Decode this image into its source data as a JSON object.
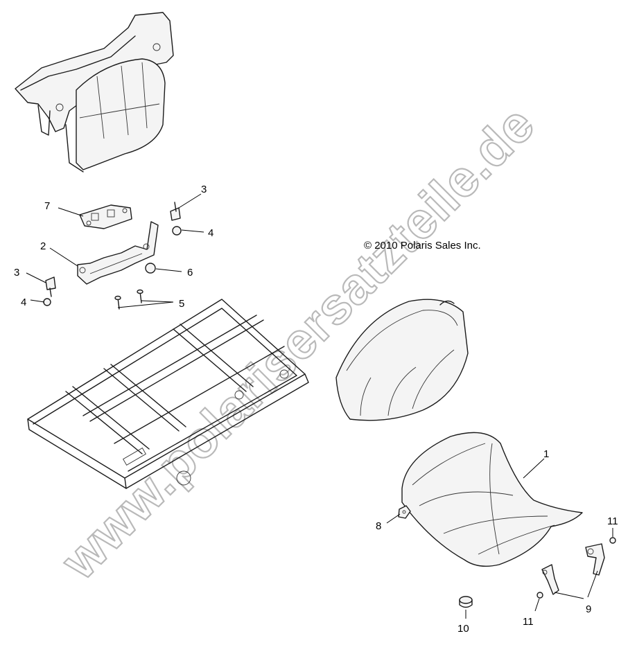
{
  "copyright": "© 2010 Polaris Sales Inc.",
  "watermark": "www.polarisersatzteile.de",
  "callouts": {
    "c1": "1",
    "c2": "2",
    "c3a": "3",
    "c3b": "3",
    "c4a": "4",
    "c4b": "4",
    "c5": "5",
    "c6": "6",
    "c7": "7",
    "c8": "8",
    "c9": "9",
    "c10": "10",
    "c11a": "11",
    "c11b": "11"
  }
}
